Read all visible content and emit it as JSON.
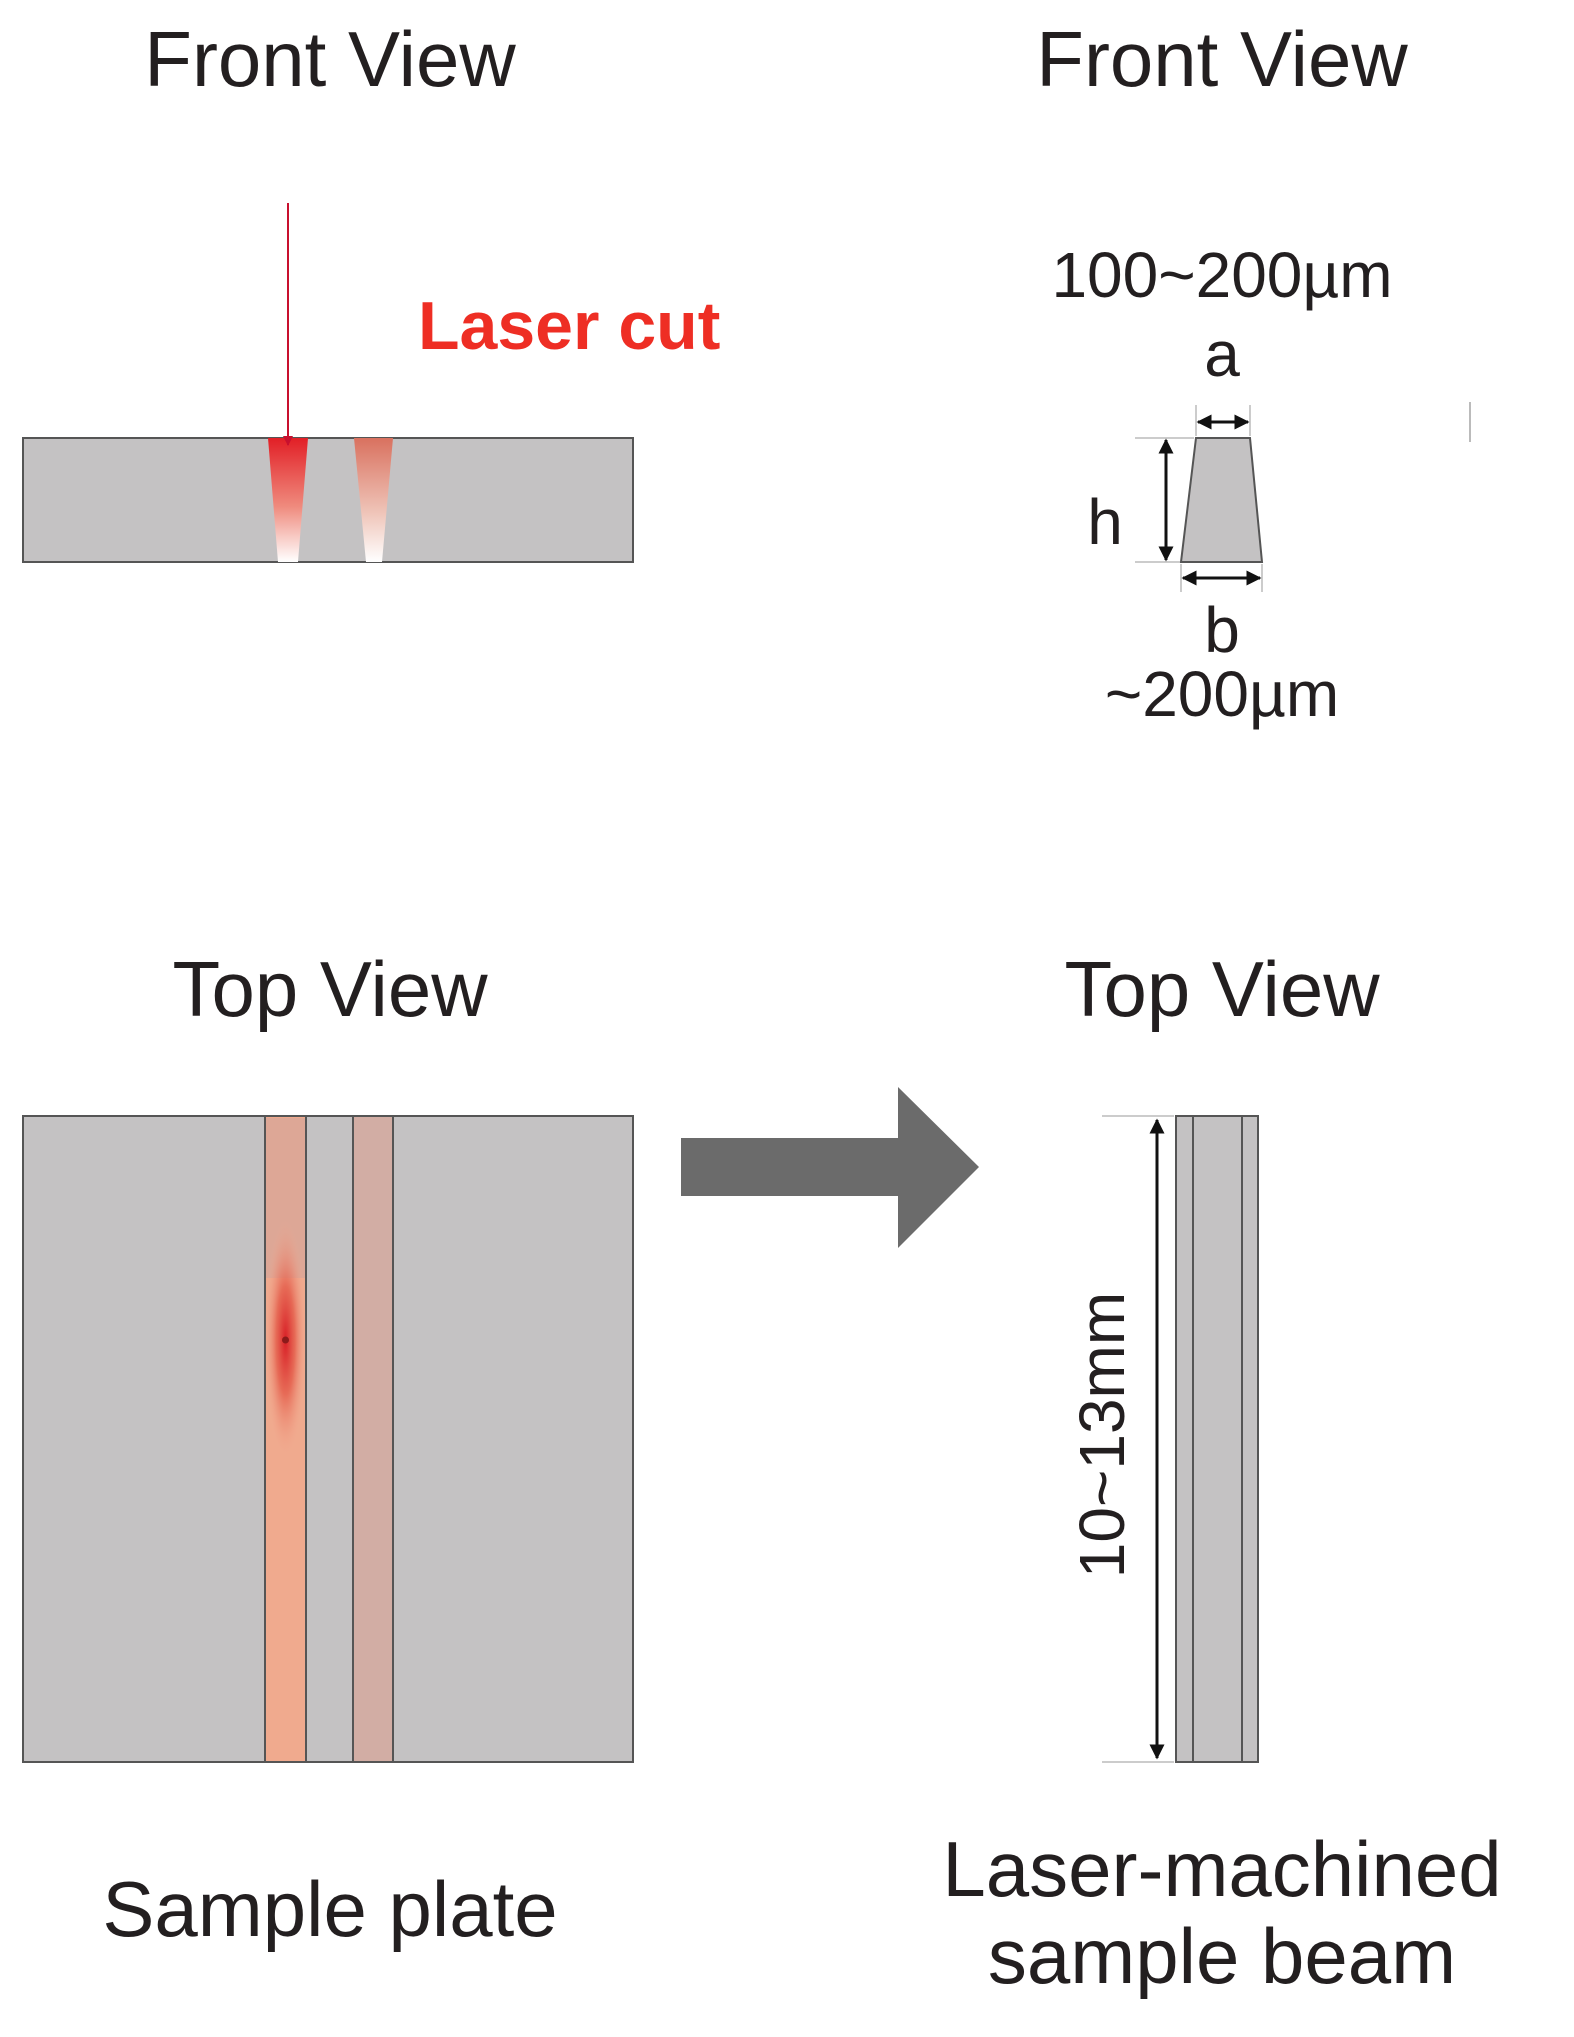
{
  "titles": {
    "front_left": "Front View",
    "front_right": "Front View",
    "top_left": "Top View",
    "top_right": "Top View"
  },
  "laser_label": "Laser cut",
  "dimensions": {
    "top_width": "100~200µm",
    "a": "a",
    "h": "h",
    "b": "b",
    "bottom_width": "~200µm",
    "length": "10~13mm"
  },
  "captions": {
    "sample_plate": "Sample plate",
    "beam_line1": "Laser-machined",
    "beam_line2": "sample beam"
  },
  "colors": {
    "plate": "#c4c2c3",
    "outline": "#555555",
    "laser": "#e0201f",
    "laser_label": "#ee2e24",
    "arrow": "#6b6b6b"
  }
}
